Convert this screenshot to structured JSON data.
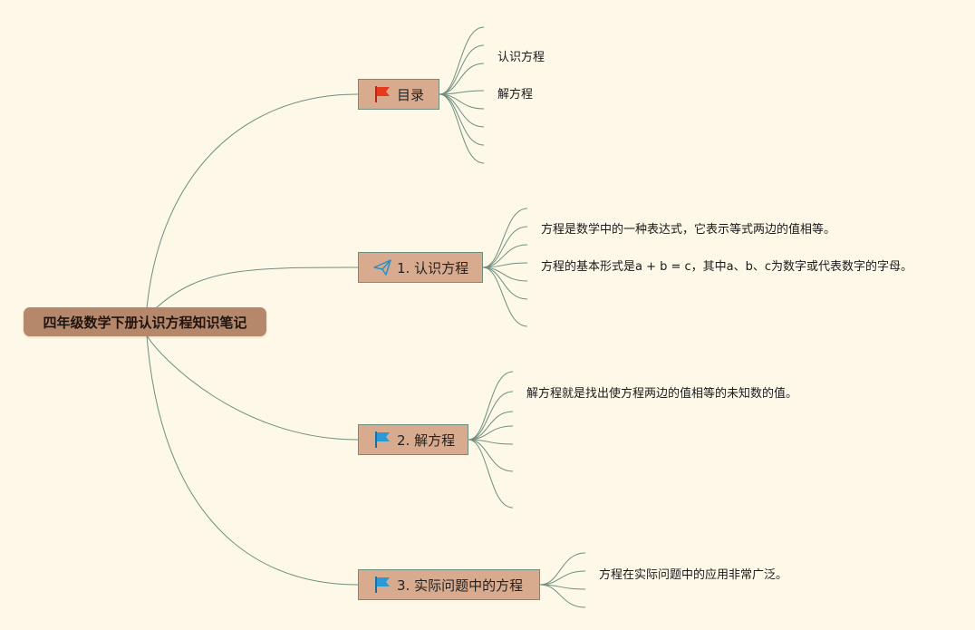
{
  "root": {
    "title": "四年级数学下册认识方程知识笔记"
  },
  "branches": [
    {
      "label": "目录",
      "icon": "red-flag-icon",
      "notes": [
        "认识方程",
        "解方程"
      ]
    },
    {
      "label": "1. 认识方程",
      "icon": "paper-plane-icon",
      "notes": [
        "方程是数学中的一种表达式，它表示等式两边的值相等。",
        "方程的基本形式是a + b = c，其中a、b、c为数字或代表数字的字母。"
      ]
    },
    {
      "label": "2. 解方程",
      "icon": "blue-flag-icon",
      "notes": [
        "解方程就是找出使方程两边的值相等的未知数的值。"
      ]
    },
    {
      "label": "3. 实际问题中的方程",
      "icon": "blue-flag-icon",
      "notes": [
        "方程在实际问题中的应用非常广泛。"
      ]
    }
  ],
  "colors": {
    "background": "#fdf8e8",
    "root_fill": "#b5876b",
    "branch_fill": "#d8ab8e",
    "connector": "#6f8f80",
    "red_flag": "#e8391f",
    "blue_flag": "#2a9ad6"
  }
}
